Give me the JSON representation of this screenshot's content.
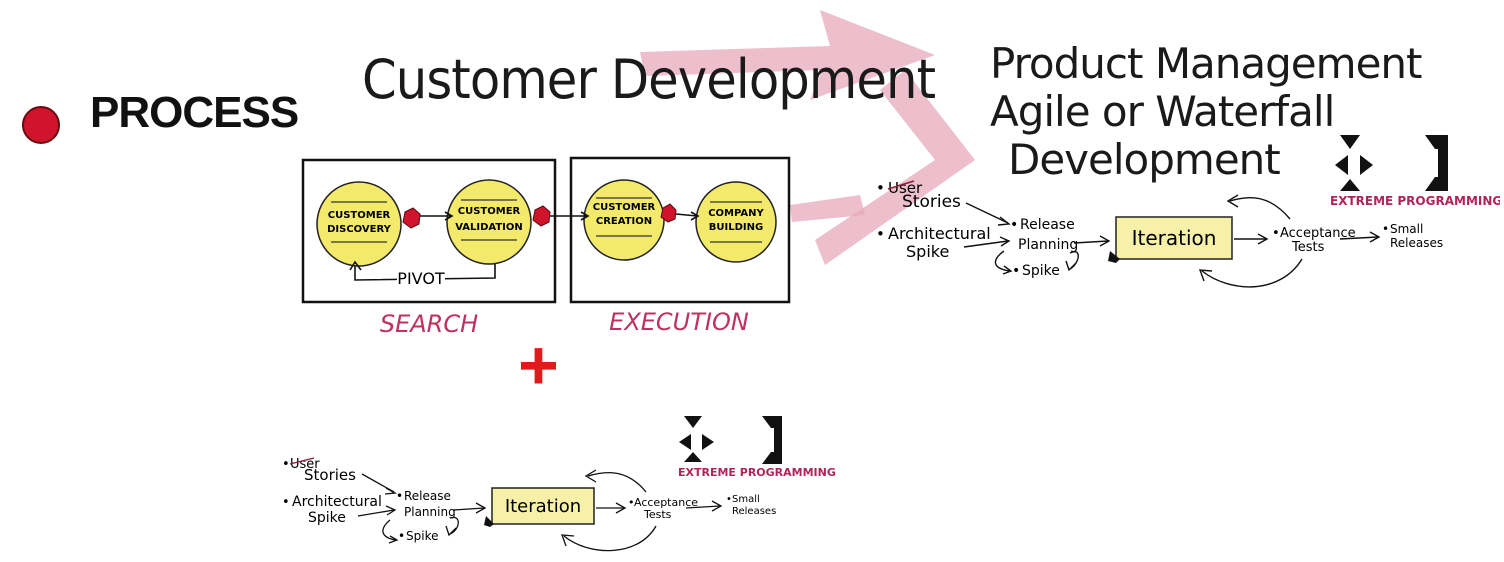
{
  "section": {
    "bullet_color": "#d0142c",
    "label": "PROCESS"
  },
  "customer_development": {
    "title": "Customer Development",
    "stages": [
      {
        "line1": "CUSTOMER",
        "line2": "DISCOVERY"
      },
      {
        "line1": "CUSTOMER",
        "line2": "VALIDATION"
      },
      {
        "line1": "CUSTOMER",
        "line2": "CREATION"
      },
      {
        "line1": "COMPANY",
        "line2": "BUILDING"
      }
    ],
    "pivot_label": "PIVOT",
    "search_label": "SEARCH",
    "execution_label": "EXECUTION",
    "circle_color": "#f3ea6b",
    "accent_color": "#c0325e"
  },
  "product_management": {
    "title_line1": "Product Management",
    "title_line2": "Agile or Waterfall",
    "title_line3": "Development"
  },
  "plus_sign": {
    "symbol": "+",
    "color": "#e01b1b"
  },
  "xp_diagram": {
    "user_stories_struck": "User",
    "stories": "Stories",
    "architectural": "Architectural",
    "spike": "Spike",
    "release": "Release",
    "planning": "Planning",
    "spike2": "Spike",
    "iteration": "Iteration",
    "acceptance": "Acceptance",
    "tests": "Tests",
    "small": "Small",
    "releases": "Releases",
    "xp_label": "EXTREME PROGRAMMING",
    "xp_color": "#b0245a",
    "iteration_fill": "#f6f0a8"
  }
}
